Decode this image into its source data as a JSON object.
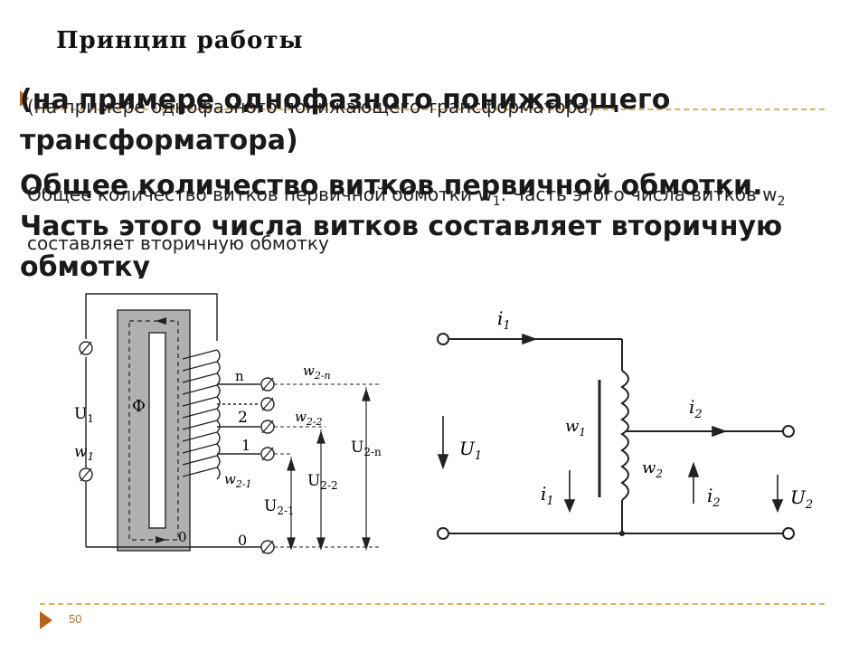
{
  "slide": {
    "title": "Принцип работы",
    "subtitle_large": "(на примере однофазного понижающего трансформатора)",
    "body_large": "Общее количество витков первичной обмотки. Часть этого числа витков составляет вторичную обмотку",
    "subtitle_small": "(на примере однофазного понижающего трансформатора)",
    "body_small_a": "Общее количество витков первичной обмотки w",
    "body_small_sub1": "1",
    "body_small_b": ". Часть этого числа витков w",
    "body_small_sub2": "2",
    "body_small_c": " составляет вторичную обмотку",
    "page_number": "50"
  },
  "left_diagram": {
    "labels": {
      "flux": "Ф",
      "u1": "U",
      "u1_sub": "1",
      "w1": "w",
      "w1_sub": "1",
      "tap_n": "n",
      "tap_2": "2",
      "tap_1": "1",
      "tap_0_core": "0",
      "tap_0": "0",
      "w2n": "w",
      "w2n_sub": "2-n",
      "w22": "w",
      "w22_sub": "2-2",
      "w21": "w",
      "w21_sub": "2-1",
      "u2n": "U",
      "u2n_sub": "2-n",
      "u22": "U",
      "u22_sub": "2-2",
      "u21": "U",
      "u21_sub": "2-1"
    }
  },
  "right_diagram": {
    "labels": {
      "i1_top": "i",
      "i1_top_sub": "1",
      "u1": "U",
      "u1_sub": "1",
      "w1": "w",
      "w1_sub": "1",
      "w2": "w",
      "w2_sub": "2",
      "i1_bottom": "i",
      "i1_bottom_sub": "1",
      "i2_right": "i",
      "i2_right_sub": "2",
      "i2_bottom": "i",
      "i2_bottom_sub": "2",
      "u2": "U",
      "u2_sub": "2"
    }
  },
  "colors": {
    "accent": "#b5651d",
    "dash": "#e0b060",
    "core_fill": "#b0b0b0"
  }
}
